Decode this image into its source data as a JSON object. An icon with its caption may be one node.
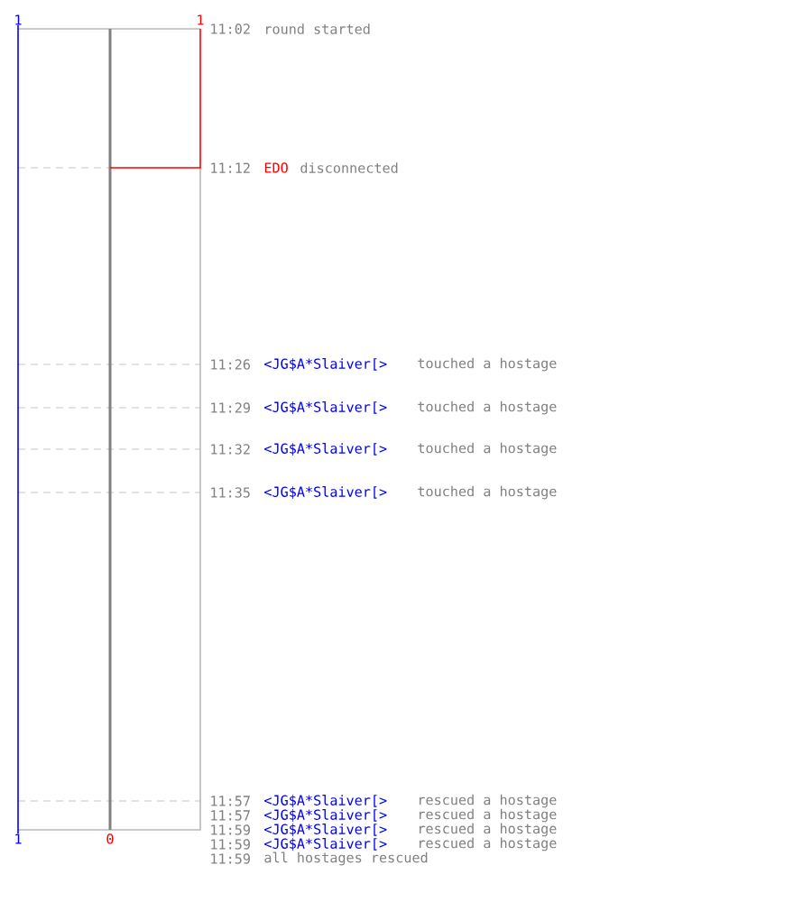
{
  "diagram": {
    "labels": [
      "1",
      "1",
      "11:02",
      "round started",
      "11:12",
      "EDO",
      "disconnected",
      "11:26",
      "<JG$A*Slaiver[>",
      "touched a hostage",
      "11:29",
      "<JG$A*Slaiver[>",
      "touched a hostage",
      "11:32",
      "<JG$A*Slaiver[>",
      "touched a hostage",
      "11:35",
      "<JG$A*Slaiver[>",
      "touched a hostage",
      "11:57",
      "<JG$A*Slaiver[>",
      "rescued a hostage",
      "11:57",
      "<JG$A*Slaiver[>",
      "rescued a hostage",
      "11:59",
      "<JG$A*Slaiver[>",
      "rescued a hostage",
      "11:59",
      "<JG$A*Slaiver[>",
      "rescued a hostage",
      "11:59",
      "all hostages rescued",
      "1",
      "0"
    ]
  }
}
